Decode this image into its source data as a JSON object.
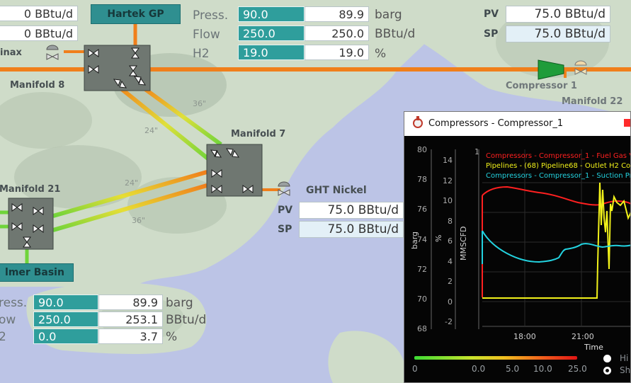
{
  "colors": {
    "teal": "#2f9e9c",
    "pipe_orange": "#f07f1b",
    "pipe_green": "#6fd43a",
    "land": "#cfdcc9",
    "water": "#bcc4e6"
  },
  "top_left": {
    "field1": "0 BBtu/d",
    "field2": "0 BBtu/d",
    "node_label": "inax"
  },
  "hartek": {
    "label": "Hartek GP"
  },
  "top_readings": {
    "press_label": "Press.",
    "flow_label": "Flow",
    "h2_label": "H2",
    "press_sp": "90.0",
    "press_pv": "89.9",
    "press_unit": "barg",
    "flow_sp": "250.0",
    "flow_pv": "250.0",
    "flow_unit": "BBtu/d",
    "h2_sp": "19.0",
    "h2_pv": "19.0",
    "h2_unit": "%"
  },
  "top_right": {
    "pv_label": "PV",
    "sp_label": "SP",
    "pv_value": "75.0 BBtu/d",
    "sp_value": "75.0 BBtu/d"
  },
  "compressor1": {
    "label": "Compressor 1"
  },
  "manifold22": {
    "label": "Manifold 22"
  },
  "manifold8": {
    "label": "Manifold 8"
  },
  "manifold7": {
    "label": "Manifold 7"
  },
  "manifold21": {
    "label": "Manifold 21"
  },
  "ght": {
    "label": "GHT Nickel",
    "pv_label": "PV",
    "sp_label": "SP",
    "pv_value": "75.0 BBtu/d",
    "sp_value": "75.0 BBtu/d"
  },
  "pipe_lengths": {
    "a": "36\"",
    "b": "24\"",
    "c": "24\"",
    "d": "36\""
  },
  "palmer": {
    "label": "lmer Basin"
  },
  "bottom_readings": {
    "press_label": "ress.",
    "flow_label": "ow",
    "h2_label": "2",
    "press_sp": "90.0",
    "press_pv": "89.9",
    "press_unit": "barg",
    "flow_sp": "250.0",
    "flow_pv": "253.1",
    "flow_unit": "BBtu/d",
    "h2_sp": "0.0",
    "h2_pv": "3.7",
    "h2_unit": "%"
  },
  "trend": {
    "title": "Compressors - Compressor_1",
    "legend": [
      {
        "text": "Compressors - Compressor_1 - Fuel Gas V",
        "color": "#ff2020"
      },
      {
        "text": "Pipelines - (68) Pipeline68 - Outlet H2 Con",
        "color": "#f2f21a"
      },
      {
        "text": "Compressors - Compressor_1 - Suction Pr",
        "color": "#23d3e0"
      }
    ],
    "axis_barg_title": "barg",
    "axis_pct_title": "%",
    "axis_mmscfd_title": "MMSCFD",
    "x_title": "Time",
    "barg_ticks": [
      "80",
      "78",
      "76",
      "74",
      "72",
      "70",
      "68"
    ],
    "pct_ticks": [
      "14",
      "12",
      "10",
      "8",
      "6",
      "4",
      "2",
      "0",
      "-2"
    ],
    "mmscfd_ticks": [
      "1"
    ],
    "time_ticks": [
      "18:00",
      "21:00"
    ],
    "colorbar_ticks": [
      "0",
      "0.0",
      "5.0",
      "10.0",
      "25.0"
    ],
    "radio_labels": [
      "Hi",
      "Sh"
    ]
  }
}
